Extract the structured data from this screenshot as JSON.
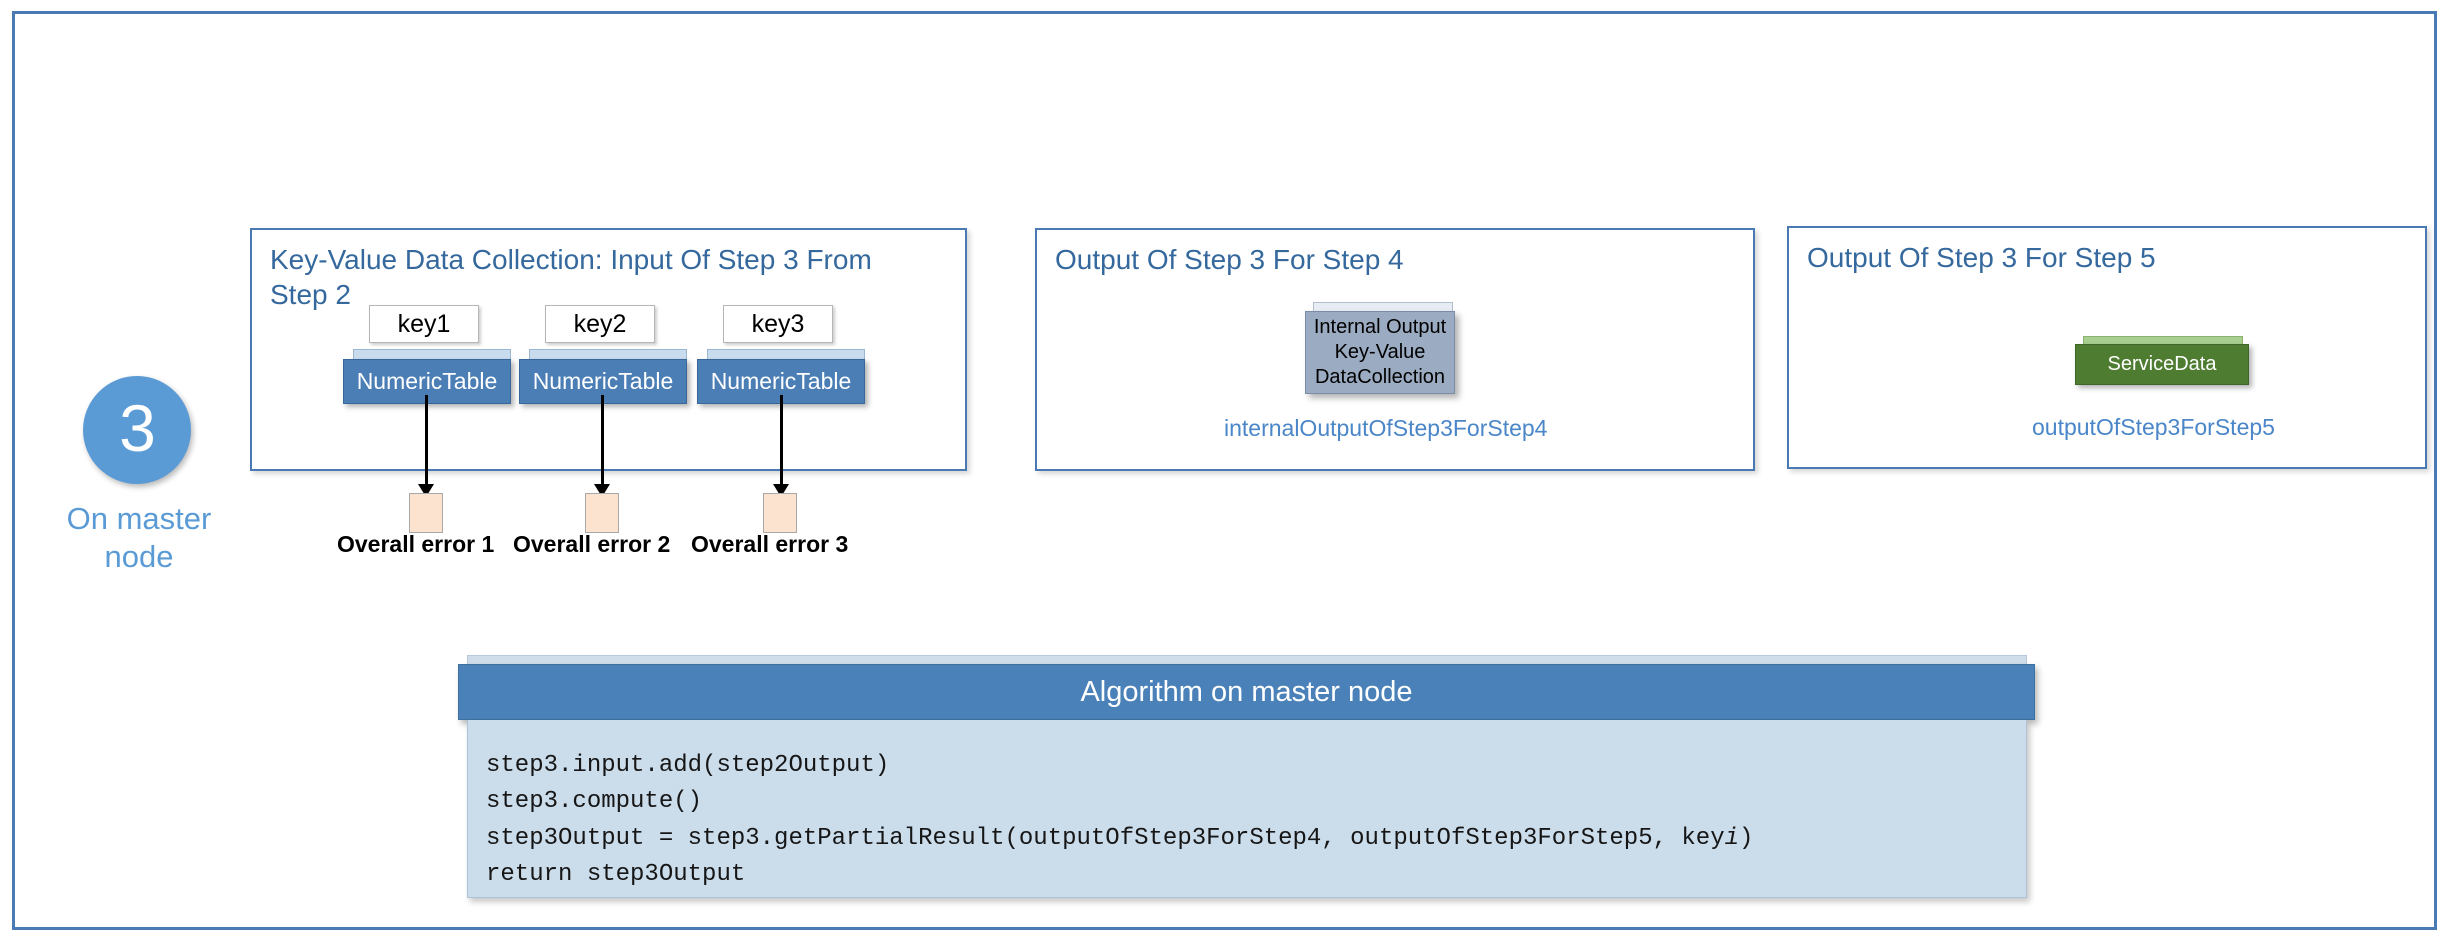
{
  "slide": {
    "step_number": "3",
    "step_caption": "On master\nnode"
  },
  "panels": {
    "input": {
      "title": "Key-Value Data Collection: Input Of Step 3 From Step 2",
      "keys": [
        "key1",
        "key2",
        "key3"
      ],
      "values": [
        "NumericTable",
        "NumericTable",
        "NumericTable"
      ],
      "results": [
        {
          "label": "Overall  error 1"
        },
        {
          "label": "Overall  error 2"
        },
        {
          "label": "Overall  error 3"
        }
      ]
    },
    "output_step4": {
      "title": "Output Of Step 3 For Step 4",
      "shape_lines": [
        "Internal Output",
        "Key-Value",
        "DataCollection"
      ],
      "caption": "internalOutputOfStep3ForStep4"
    },
    "output_step5": {
      "title": "Output Of Step 3 For Step 5",
      "shape_label": "ServiceData",
      "caption": "outputOfStep3ForStep5"
    }
  },
  "algorithm": {
    "header": "Algorithm on master node",
    "code_lines": [
      "step3.input.add(step2Output)",
      "step3.compute()",
      "step3Output = step3.getPartialResult(outputOfStep3ForStep4, outputOfStep3ForStep5, key",
      "return step3Output"
    ],
    "code_italic_token": "i",
    "code_line3_tail": ")"
  },
  "colors": {
    "frame_border": "#4a7ab4",
    "step_badge": "#5b9bd5",
    "panel_title": "#35699e",
    "numeric_table": "#4a7eb5",
    "numeric_table_back": "#c9dcee",
    "kvdc_shape": "#9babc1",
    "service_data": "#4e7c31",
    "service_data_back": "#a8cf8f",
    "caption_text": "#4a86c8",
    "error_square": "#fbe3d0",
    "algo_header": "#4a81b8",
    "algo_body": "#cbdcea"
  }
}
